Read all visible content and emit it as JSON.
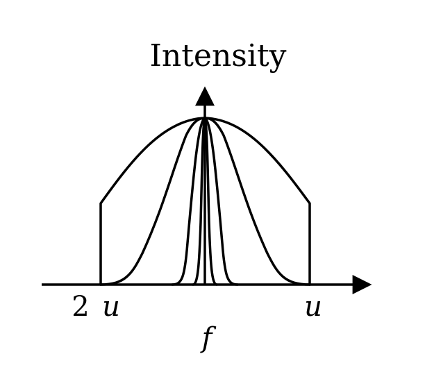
{
  "labels": {
    "y_axis": "Intensity",
    "x_axis": "f",
    "tick_left_coef": "2",
    "tick_left_var": "u",
    "tick_right": "u"
  },
  "colors": {
    "stroke": "#000000",
    "background": "#ffffff"
  },
  "curves": [
    {
      "kind": "truncated-parabola"
    },
    {
      "kind": "wide-bell"
    },
    {
      "kind": "narrow-bell"
    },
    {
      "kind": "needle"
    }
  ]
}
